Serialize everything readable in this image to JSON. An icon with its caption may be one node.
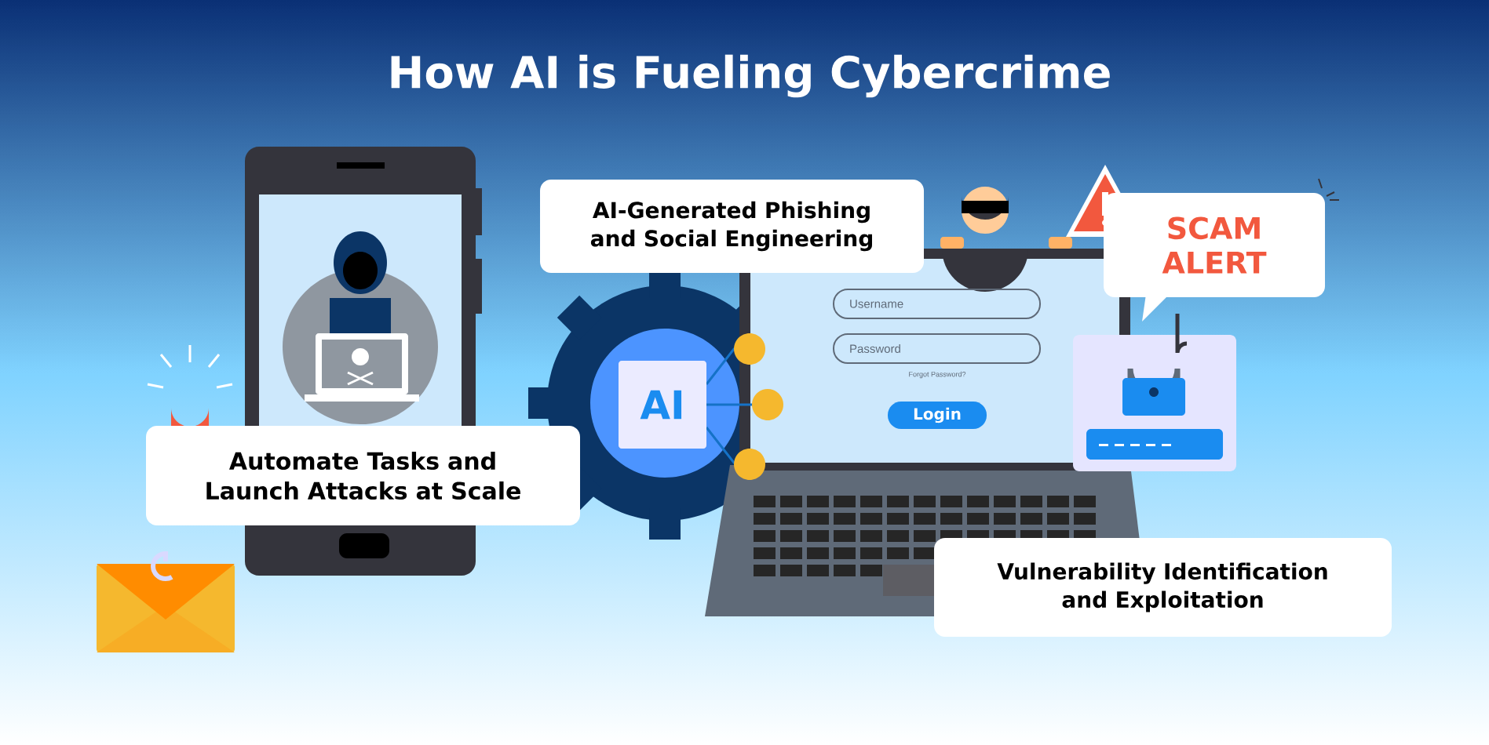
{
  "diagram": {
    "title": "How AI is Fueling Cybercrime",
    "nodes": [
      {
        "text": [
          "Automate Tasks and Launch Attacks at Scale"
        ]
      },
      {
        "text": [
          "AI-Generated Phishing and Social Engineering"
        ]
      },
      {
        "text": [
          "SCAM ALERT"
        ]
      },
      {
        "text": [
          "Vulnerability Identification and Exploitation"
        ]
      },
      {
        "text": [
          "AI"
        ]
      },
      {
        "text": [
          "Username"
        ]
      },
      {
        "text": [
          "Password"
        ]
      },
      {
        "text": [
          "Login"
        ]
      }
    ],
    "labels": [
      "Forgot Password?"
    ]
  }
}
